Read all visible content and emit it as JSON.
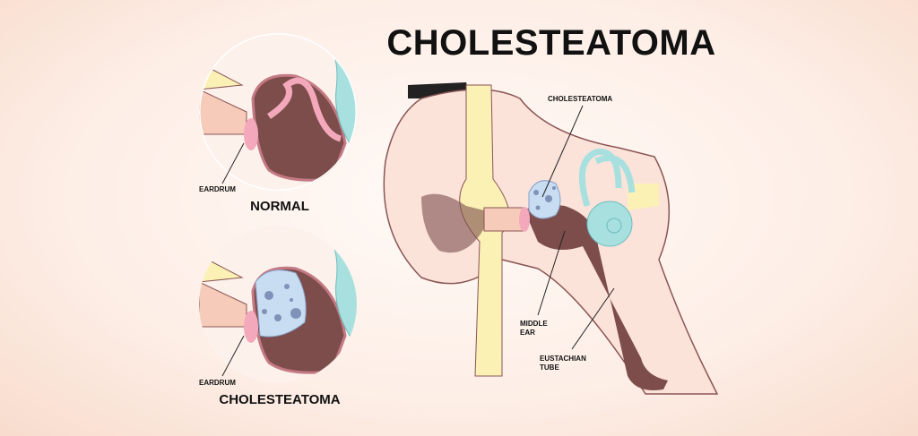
{
  "title": "CHOLESTEATOMA",
  "normal_panel": {
    "caption": "NORMAL",
    "eardrum_label": "EARDRUM"
  },
  "cholesteatoma_panel": {
    "caption": "CHOLESTEATOMA",
    "eardrum_label": "EARDRUM"
  },
  "main_diagram": {
    "labels": {
      "cholesteatoma": "CHOLESTEATOMA",
      "middle_ear_1": "MIDDLE",
      "middle_ear_2": "EAR",
      "eustachian_1": "EUSTACHIAN",
      "eustachian_2": "TUBE"
    }
  },
  "colors": {
    "skin": "#fbe3da",
    "cartilage": "#fbf1b5",
    "middle_ear": "#7d4d4c",
    "cochlea": "#a8e0e0",
    "cyst": "#c8dcf2",
    "eardrum": "#f3a9bb"
  }
}
